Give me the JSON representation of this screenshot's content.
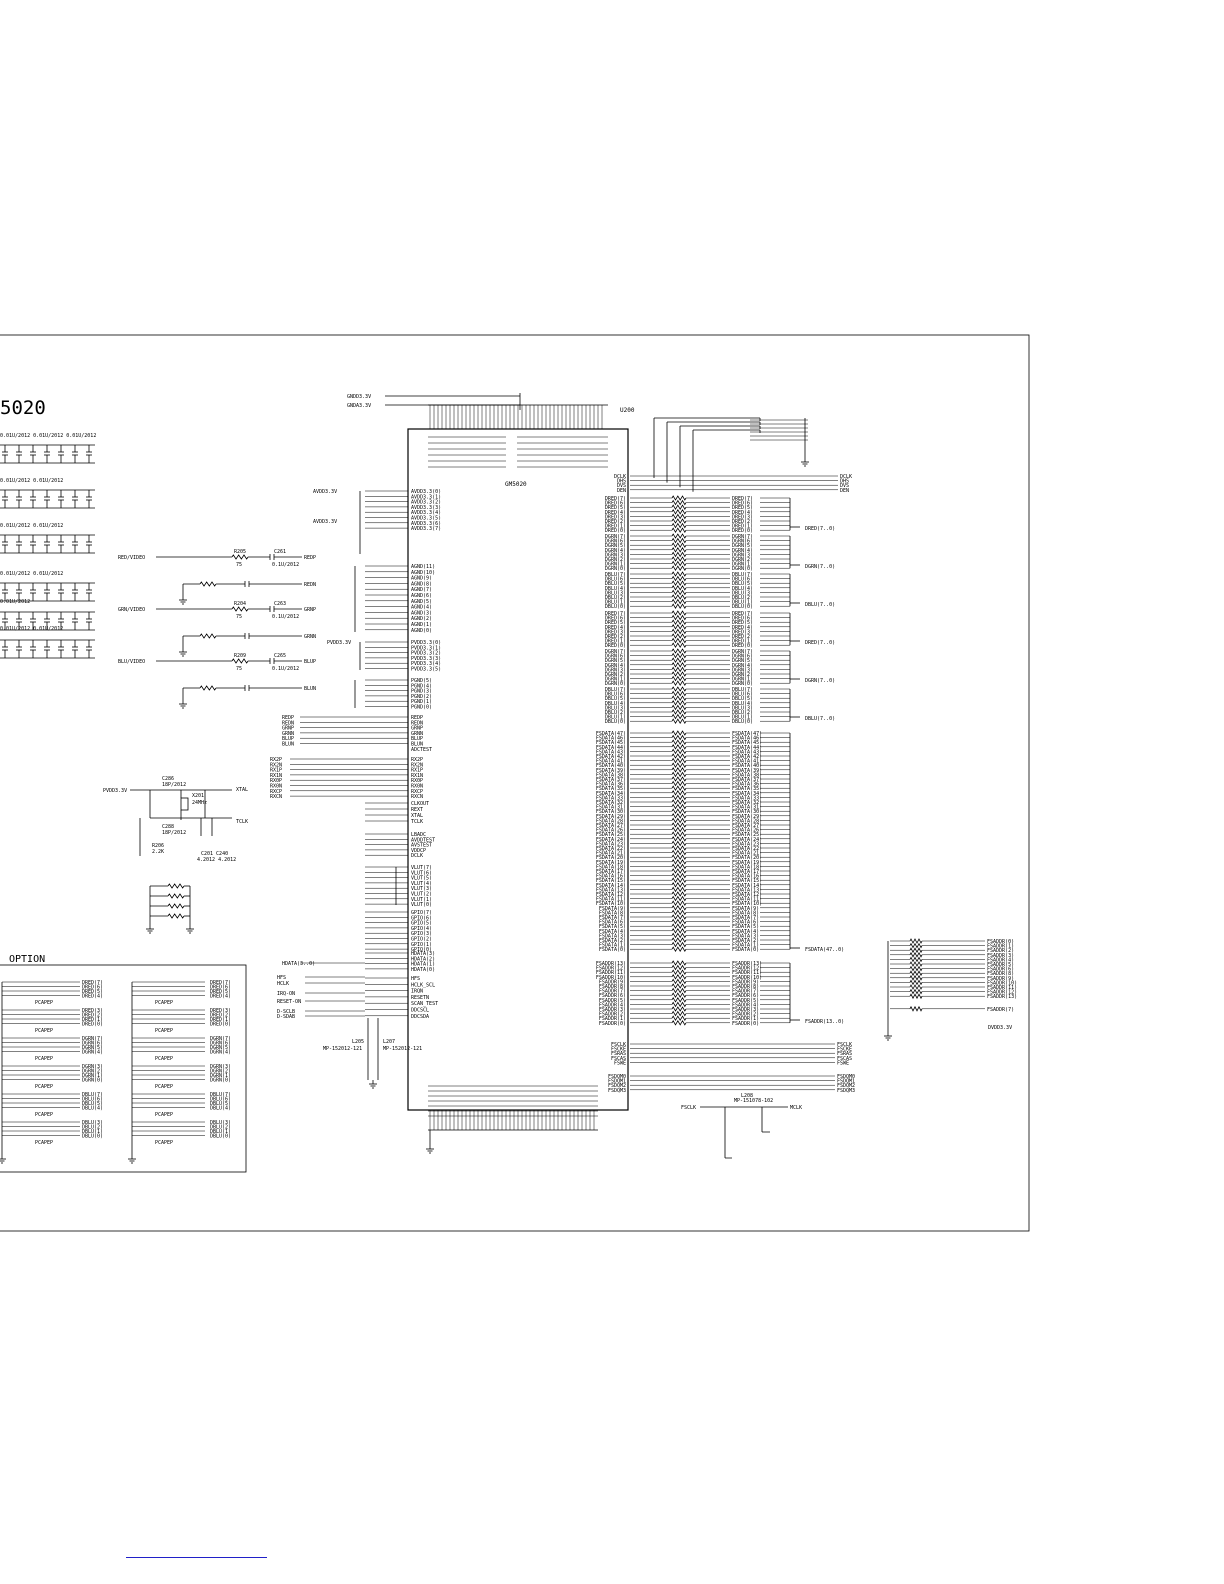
{
  "sheet": {
    "title_fragment": "5020",
    "option_label": "OPTION",
    "chip_ref": "U200",
    "chip_part": "GM5020",
    "crystal_ref": "X201",
    "crystal_value": "24MHz"
  },
  "power_nets": {
    "gndd_3v": "GNDD3.3V",
    "gnda_3v": "GNDA3.3V",
    "pvdd_3v": "PVDD3.3V",
    "dvdd_3v": "DVDD3.3V",
    "avdd_3v": "AVDD3.3V"
  },
  "analog_inputs": [
    {
      "net": "RED/VIDEO",
      "res": "R205",
      "res_val": "75",
      "cap": "C261",
      "cap_val": "0.1U/2012",
      "pin": "REDP"
    },
    {
      "net": "GRN/VIDEO",
      "res": "R204",
      "res_val": "75",
      "cap": "C263",
      "cap_val": "0.1U/2012",
      "pin": "GRNP"
    },
    {
      "net": "BLU/VIDEO",
      "res": "R209",
      "res_val": "75",
      "cap": "C265",
      "cap_val": "0.1U/2012",
      "pin": "BLUP"
    }
  ],
  "analog_neg": [
    "REDN",
    "GRNN",
    "BLUN"
  ],
  "chip_left_pins": {
    "avdd_group": [
      "AVDD3.3(0)",
      "AVDD3.3(1)",
      "AVDD3.3(2)",
      "AVDD3.3(3)",
      "AVDD3.3(4)",
      "AVDD3.3(5)",
      "AVDD3.3(6)",
      "AVDD3.3(7)"
    ],
    "agnd_group": [
      "AGND(11)",
      "AGND(10)",
      "AGND(9)",
      "AGND(8)",
      "AGND(7)",
      "AGND(6)",
      "AGND(5)",
      "AGND(4)",
      "AGND(3)",
      "AGND(2)",
      "AGND(1)",
      "AGND(0)"
    ],
    "pvdd_group": [
      "PVDD3.3(0)",
      "PVDD3.3(1)",
      "PVDD3.3(2)",
      "PVDD3.3(3)",
      "PVDD3.3(4)",
      "PVDD3.3(5)"
    ],
    "pgnd_group": [
      "PGND(5)",
      "PGND(4)",
      "PGND(3)",
      "PGND(2)",
      "PGND(1)",
      "PGND(0)"
    ],
    "adc_group": [
      "REDP",
      "REDN",
      "GRNP",
      "GRNN",
      "BLUP",
      "BLUN"
    ],
    "adctest": "ADCTEST",
    "rx_group": [
      "RX2P",
      "RX2N",
      "RX1P",
      "RX1N",
      "RX0P",
      "RX0N",
      "RXCP",
      "RXCN"
    ],
    "clk_group": [
      "CLKOUT",
      "REXT",
      "XTAL",
      "TCLK"
    ],
    "misc_group": [
      "LBADC",
      "AVDDTEST",
      "AVSTEST",
      "VDDCP",
      "DCLK"
    ],
    "vlut_group": [
      "VLUT(7)",
      "VLUT(6)",
      "VLUT(5)",
      "VLUT(4)",
      "VLUT(3)",
      "VLUT(2)",
      "VLUT(1)",
      "VLUT(0)"
    ],
    "gpio_group": [
      "GPIO(7)",
      "GPIO(6)",
      "GPIO(5)",
      "GPIO(4)",
      "GPIO(3)",
      "GPIO(2)",
      "GPIO(1)",
      "GPIO(0)"
    ],
    "hdata_group": [
      "HDATA(3)",
      "HDATA(2)",
      "HDATA(1)",
      "HDATA(0)"
    ],
    "host_group": [
      "HFS",
      "HCLK_SCL",
      "IRQN",
      "RESETN",
      "SCAN_TEST",
      "DDCSCL",
      "DDCSDA"
    ]
  },
  "chip_right_pins": {
    "dclk_group": [
      "DCLK",
      "DHS",
      "DVS",
      "DEN"
    ],
    "dred_a": [
      "DRED(7)",
      "DRED(6)",
      "DRED(5)",
      "DRED(4)",
      "DRED(3)",
      "DRED(2)",
      "DRED(1)",
      "DRED(0)"
    ],
    "dgrn_a": [
      "DGRN(7)",
      "DGRN(6)",
      "DGRN(5)",
      "DGRN(4)",
      "DGRN(3)",
      "DGRN(2)",
      "DGRN(1)",
      "DGRN(0)"
    ],
    "dblu_a": [
      "DBLU(7)",
      "DBLU(6)",
      "DBLU(5)",
      "DBLU(4)",
      "DBLU(3)",
      "DBLU(2)",
      "DBLU(1)",
      "DBLU(0)"
    ],
    "dred_b": [
      "DRED(7)",
      "DRED(6)",
      "DRED(5)",
      "DRED(4)",
      "DRED(3)",
      "DRED(2)",
      "DRED(1)",
      "DRED(0)"
    ],
    "dgrn_b": [
      "DGRN(7)",
      "DGRN(6)",
      "DGRN(5)",
      "DGRN(4)",
      "DGRN(3)",
      "DGRN(2)",
      "DGRN(1)",
      "DGRN(0)"
    ],
    "dblu_b": [
      "DBLU(7)",
      "DBLU(6)",
      "DBLU(5)",
      "DBLU(4)",
      "DBLU(3)",
      "DBLU(2)",
      "DBLU(1)",
      "DBLU(0)"
    ],
    "fsdata": [
      "FSDATA(47)",
      "FSDATA(46)",
      "FSDATA(45)",
      "FSDATA(44)",
      "FSDATA(43)",
      "FSDATA(42)",
      "FSDATA(41)",
      "FSDATA(40)",
      "FSDATA(39)",
      "FSDATA(38)",
      "FSDATA(37)",
      "FSDATA(36)",
      "FSDATA(35)",
      "FSDATA(34)",
      "FSDATA(33)",
      "FSDATA(32)",
      "FSDATA(31)",
      "FSDATA(30)",
      "FSDATA(29)",
      "FSDATA(28)",
      "FSDATA(27)",
      "FSDATA(26)",
      "FSDATA(25)",
      "FSDATA(24)",
      "FSDATA(23)",
      "FSDATA(22)",
      "FSDATA(21)",
      "FSDATA(20)",
      "FSDATA(19)",
      "FSDATA(18)",
      "FSDATA(17)",
      "FSDATA(16)",
      "FSDATA(15)",
      "FSDATA(14)",
      "FSDATA(13)",
      "FSDATA(12)",
      "FSDATA(11)",
      "FSDATA(10)",
      "FSDATA(9)",
      "FSDATA(8)",
      "FSDATA(7)",
      "FSDATA(6)",
      "FSDATA(5)",
      "FSDATA(4)",
      "FSDATA(3)",
      "FSDATA(2)",
      "FSDATA(1)",
      "FSDATA(0)"
    ],
    "fsaddr": [
      "FSADDR(13)",
      "FSADDR(12)",
      "FSADDR(11)",
      "FSADDR(10)",
      "FSADDR(9)",
      "FSADDR(8)",
      "FSADDR(7)",
      "FSADDR(6)",
      "FSADDR(5)",
      "FSADDR(4)",
      "FSADDR(3)",
      "FSADDR(2)",
      "FSADDR(1)",
      "FSADDR(0)"
    ],
    "fsctl": [
      "FSCLK",
      "FSCKE",
      "FSRAS",
      "FSCAS",
      "FSWE"
    ],
    "fsdqm": [
      "FSDQM0",
      "FSDQM1",
      "FSDQM2",
      "FSDQM3"
    ]
  },
  "bus_labels": {
    "dred_a": "DRED(7..0)",
    "dgrn_a": "DGRN(7..0)",
    "dblu_a": "DBLU(7..0)",
    "dred_b": "DRED(7..0)",
    "dgrn_b": "DGRN(7..0)",
    "dblu_b": "DBLU(7..0)",
    "fsdata": "FSDATA(47..0)",
    "fsaddr": "FSADDR(13..0)",
    "hdata": "HDATA(3..0)"
  },
  "right_outputs": {
    "dclk_out": [
      "DCLK",
      "DHS",
      "DVS",
      "DEN"
    ],
    "fsctl_out": [
      "FSCLK",
      "FSCKE",
      "FSRAS",
      "FSCAS",
      "FSWE"
    ],
    "fsdqm_out": [
      "FSDQM0",
      "FSDQM1",
      "FSDQM2",
      "FSDQM3"
    ],
    "mclk": "MCLK"
  },
  "far_right_addr": [
    "FSADDR(0)",
    "FSADDR(1)",
    "FSADDR(2)",
    "FSADDR(3)",
    "FSADDR(4)",
    "FSADDR(5)",
    "FSADDR(6)",
    "FSADDR(8)",
    "FSADDR(9)",
    "FSADDR(10)",
    "FSADDR(11)",
    "FSADDR(12)",
    "FSADDR(13)",
    "FSADDR(7)"
  ],
  "host_side_nets": [
    "HFS",
    "HCLK",
    "IRQ-ON",
    "RESET-ON",
    "D-SCLB",
    "D-SDAB"
  ],
  "crystal_section": {
    "caps": [
      "C286",
      "C288"
    ],
    "cap_vals": [
      "18P/2012",
      "18P/2012"
    ],
    "res": "R206",
    "res_val": "2.2K",
    "out_nets": [
      "XTAL",
      "TCLK"
    ],
    "bypass": "C201 C240",
    "bypass_vals": "4.2012 4.2012"
  },
  "option_groups": [
    {
      "left": [
        "DRED(7)",
        "DRED(6)",
        "DRED(5)",
        "DRED(4)"
      ],
      "right": [
        "DRED(7)",
        "DRED(6)",
        "DRED(5)",
        "DRED(4)"
      ],
      "foot": "PCAPEP"
    },
    {
      "left": [
        "DRED(3)",
        "DRED(2)",
        "DRED(1)",
        "DRED(0)"
      ],
      "right": [
        "DRED(3)",
        "DRED(2)",
        "DRED(1)",
        "DRED(0)"
      ],
      "foot": "PCAPEP"
    },
    {
      "left": [
        "DGRN(7)",
        "DGRN(6)",
        "DGRN(5)",
        "DGRN(4)"
      ],
      "right": [
        "DGRN(7)",
        "DGRN(6)",
        "DGRN(5)",
        "DGRN(4)"
      ],
      "foot": "PCAPEP"
    },
    {
      "left": [
        "DGRN(3)",
        "DGRN(2)",
        "DGRN(1)",
        "DGRN(0)"
      ],
      "right": [
        "DGRN(3)",
        "DGRN(2)",
        "DGRN(1)",
        "DGRN(0)"
      ],
      "foot": "PCAPEP"
    },
    {
      "left": [
        "DBLU(7)",
        "DBLU(6)",
        "DBLU(5)",
        "DBLU(4)"
      ],
      "right": [
        "DBLU(7)",
        "DBLU(6)",
        "DBLU(5)",
        "DBLU(4)"
      ],
      "foot": "PCAPEP"
    },
    {
      "left": [
        "DBLU(3)",
        "DBLU(2)",
        "DBLU(1)",
        "DBLU(0)"
      ],
      "right": [
        "DBLU(3)",
        "DBLU(2)",
        "DBLU(1)",
        "DBLU(0)"
      ],
      "foot": "PCAPEP"
    }
  ],
  "cap_bank": {
    "row1": "0.01U/2012 0.01U/2012 0.01U/2012",
    "row2": "0.01U/2012 0.01U/2012",
    "row3": "0.01U/2012 0.01U/2012",
    "row4": "0.01U/2012 0.01U/2012",
    "row5": "0.01U/2012",
    "row6": "0.01U/2012 0.01U/2012"
  },
  "ferrites": {
    "left": {
      "ref": "L205",
      "val": "MP-152012-121"
    },
    "right": {
      "ref": "L207",
      "val": "MP-152012-121"
    },
    "mclk": {
      "ref": "L208",
      "val": "MP-151078-102"
    }
  }
}
